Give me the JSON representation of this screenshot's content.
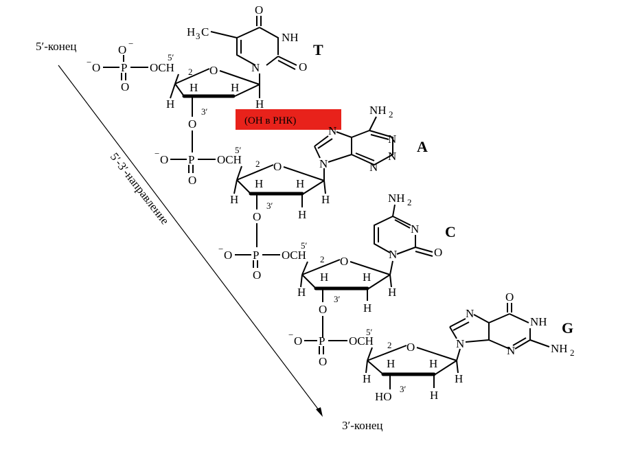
{
  "labels": {
    "five_prime_end": "5′-конец",
    "three_prime_end": "3′-конец",
    "direction": "5′-3′-направление",
    "rna_note": "(ОН в РНК)"
  },
  "bases": {
    "t": "T",
    "a": "A",
    "c": "C",
    "g": "G"
  },
  "atoms": {
    "o": "O",
    "p": "P",
    "h": "H",
    "n": "N",
    "nh": "NH",
    "nh2": "NH",
    "two": "2",
    "h3c": "H",
    "three": "3",
    "c": "C",
    "minus": "−",
    "och2": "OCH",
    "ho": "HO",
    "prime5": "5′",
    "prime3": "3′"
  },
  "colors": {
    "rna_note_bg": "#e8221b",
    "arrow": "#000000"
  }
}
